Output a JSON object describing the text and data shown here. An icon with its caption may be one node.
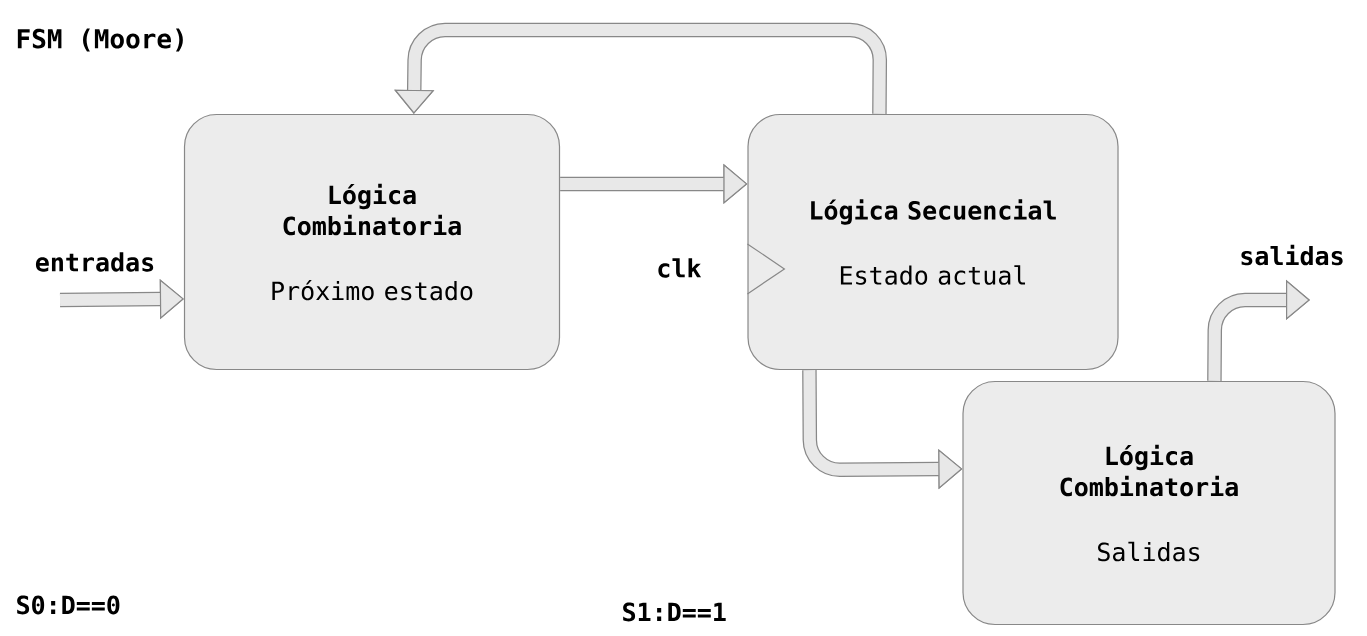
{
  "diagram": {
    "title": "FSM (Moore)",
    "nodes": [
      {
        "text": [
          "Lógica Combinatoria",
          "Próximo estado"
        ]
      },
      {
        "text": [
          "Lógica Secuencial",
          "Estado actual"
        ]
      },
      {
        "text": [
          "Lógica Combinatoria",
          "Salidas"
        ]
      }
    ],
    "edges": [
      {
        "from": 0,
        "to": 1,
        "arrow": "to"
      },
      {
        "from": 1,
        "to": 0,
        "arrow": "to"
      },
      {
        "from": 1,
        "to": 2,
        "arrow": "to"
      },
      {
        "from": null,
        "to": 0,
        "arrow": "to",
        "label": "entradas"
      },
      {
        "from": 2,
        "to": null,
        "arrow": "to",
        "label": "salidas"
      }
    ],
    "labels": [
      "clk",
      "S0:D==0",
      "S1:D==1"
    ]
  }
}
